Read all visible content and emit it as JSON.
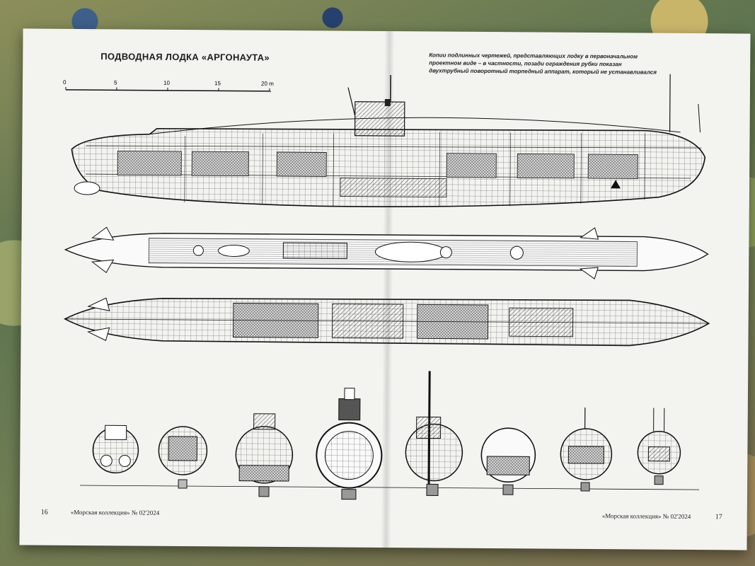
{
  "spread": {
    "title": "ПОДВОДНАЯ ЛОДКА «АРГОНАУТА»",
    "caption": "Копии подлинных чертежей, представляющих лодку в первоначальном проектном виде – в частности, позади ограждения рубки показан двухтрубный поворотный торпедный аппарат, который не устанавливался",
    "scale_labels": [
      "0",
      "5",
      "10",
      "15",
      "20 m"
    ]
  },
  "footer": {
    "left_page_number": "16",
    "left_magazine": "«Морская коллекция» № 02'2024",
    "right_magazine": "«Морская коллекция» № 02'2024",
    "right_page_number": "17"
  },
  "drawings": {
    "views": [
      "side-profile",
      "deck-plan",
      "hull-plan",
      "cross-sections"
    ],
    "cross_section_count": 8
  }
}
